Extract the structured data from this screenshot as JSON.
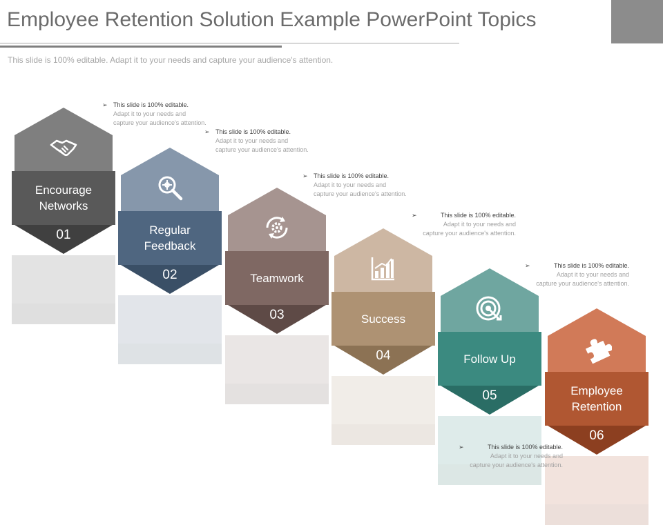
{
  "title": "Employee Retention Solution Example PowerPoint Topics",
  "subtitle": "This slide is 100% editable. Adapt it to your needs and capture your audience's attention.",
  "note": {
    "arrow": "➢",
    "line1": "This slide is 100% editable.",
    "line2": "Adapt it to your needs and capture your audience's attention."
  },
  "steps": [
    {
      "number": "01",
      "label": "Encourage Networks",
      "icon": "handshake-icon",
      "colors": {
        "hex": "#7f7f7f",
        "bar": "#595959",
        "chevron": "#404040"
      }
    },
    {
      "number": "02",
      "label": "Regular Feedback",
      "icon": "magnifier-icon",
      "colors": {
        "hex": "#8697ab",
        "bar": "#4f6680",
        "chevron": "#3a4f66"
      }
    },
    {
      "number": "03",
      "label": "Teamwork",
      "icon": "gear-cycle-icon",
      "colors": {
        "hex": "#a69490",
        "bar": "#7f6863",
        "chevron": "#5e4a46"
      }
    },
    {
      "number": "04",
      "label": "Success",
      "icon": "bar-chart-icon",
      "colors": {
        "hex": "#cdb7a3",
        "bar": "#ae9273",
        "chevron": "#8c7254"
      }
    },
    {
      "number": "05",
      "label": "Follow Up",
      "icon": "target-icon",
      "colors": {
        "hex": "#6fa6a0",
        "bar": "#3b8a80",
        "chevron": "#2a6d65"
      }
    },
    {
      "number": "06",
      "label": "Employee Retention",
      "icon": "puzzle-icon",
      "colors": {
        "hex": "#d17a58",
        "bar": "#b05732",
        "chevron": "#8c3f20"
      }
    }
  ]
}
